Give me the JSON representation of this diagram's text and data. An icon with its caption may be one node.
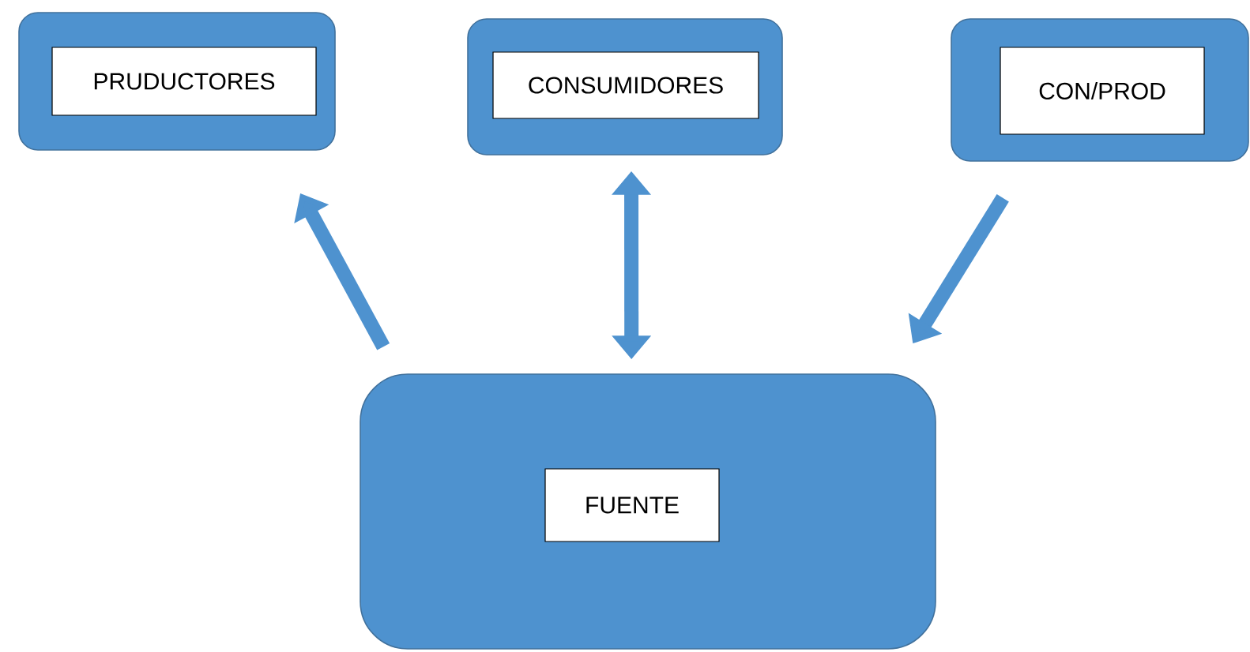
{
  "diagram": {
    "nodes": [
      {
        "text": [
          "PRUDUCTORES"
        ]
      },
      {
        "text": [
          "CONSUMIDORES"
        ]
      },
      {
        "text": [
          "CON/PROD"
        ]
      },
      {
        "text": [
          "FUENTE"
        ]
      }
    ],
    "edges": [
      {
        "from": 3,
        "to": 0,
        "arrow": "to"
      },
      {
        "from": 3,
        "to": 1,
        "arrow": "both"
      },
      {
        "from": 2,
        "to": 3,
        "arrow": "to"
      }
    ]
  }
}
